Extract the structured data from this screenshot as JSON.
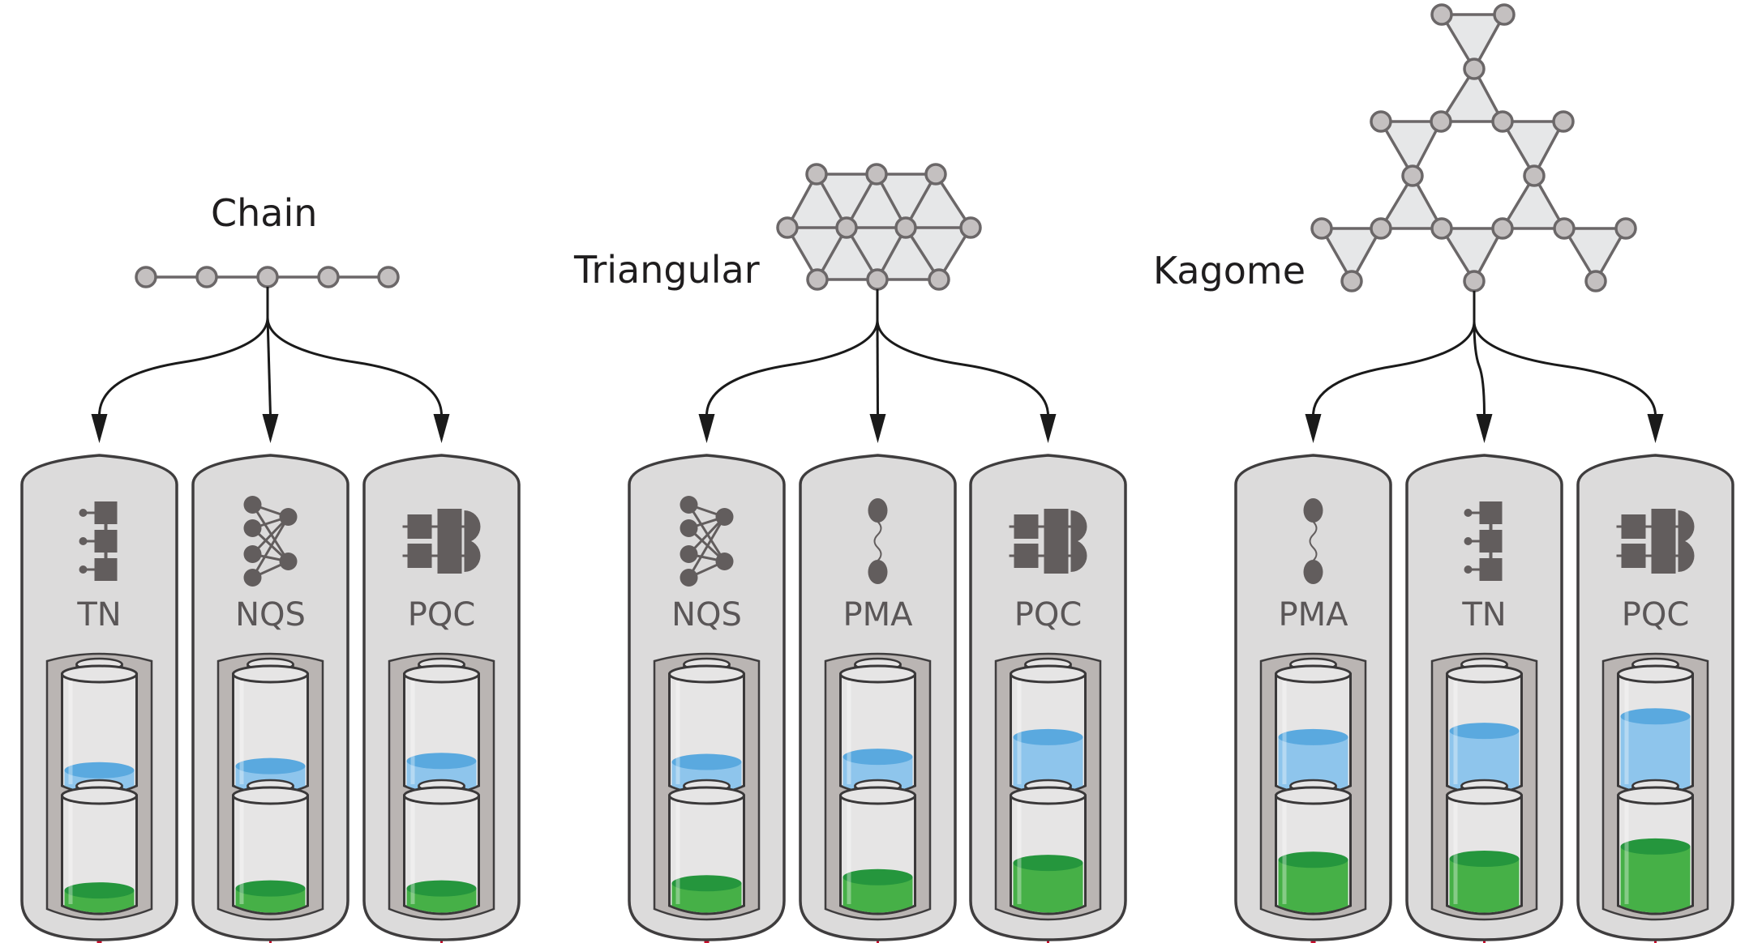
{
  "colors": {
    "node_fill": "#c4c0c0",
    "node_stroke": "#6b6768",
    "edge": "#6b6768",
    "face_fill": "#e6e7e8",
    "arrow": "#1a1a1a",
    "capsule_fill": "#dcdbdb",
    "capsule_stroke": "#3f3d3e",
    "frame_fill": "#bab5b3",
    "battery_fill": "#e6e5e5",
    "battery_stroke": "#3a3839",
    "icon": "#625d5d",
    "blue_top": "#5aa9df",
    "blue_side": "#8ec5ec",
    "green_top": "#25963d",
    "green_side": "#46b047",
    "red_line": "#c8102e"
  },
  "groups": [
    {
      "lattice": "chain",
      "title": "Chain",
      "methods": [
        {
          "label": "TN",
          "icon": "tensor-network-icon",
          "upper_fill": 0.15,
          "lower_fill": 0.15
        },
        {
          "label": "NQS",
          "icon": "neural-network-icon",
          "upper_fill": 0.19,
          "lower_fill": 0.17
        },
        {
          "label": "PQC",
          "icon": "quantum-circuit-icon",
          "upper_fill": 0.24,
          "lower_fill": 0.17
        }
      ]
    },
    {
      "lattice": "triangular",
      "title": "Triangular",
      "methods": [
        {
          "label": "NQS",
          "icon": "neural-network-icon",
          "upper_fill": 0.23,
          "lower_fill": 0.22
        },
        {
          "label": "PMA",
          "icon": "particle-pair-icon",
          "upper_fill": 0.28,
          "lower_fill": 0.28
        },
        {
          "label": "PQC",
          "icon": "quantum-circuit-icon",
          "upper_fill": 0.47,
          "lower_fill": 0.42
        }
      ]
    },
    {
      "lattice": "kagome",
      "title": "Kagome",
      "methods": [
        {
          "label": "PMA",
          "icon": "particle-pair-icon",
          "upper_fill": 0.47,
          "lower_fill": 0.45
        },
        {
          "label": "TN",
          "icon": "tensor-network-icon",
          "upper_fill": 0.53,
          "lower_fill": 0.46
        },
        {
          "label": "PQC",
          "icon": "quantum-circuit-icon",
          "upper_fill": 0.67,
          "lower_fill": 0.58
        }
      ]
    }
  ]
}
